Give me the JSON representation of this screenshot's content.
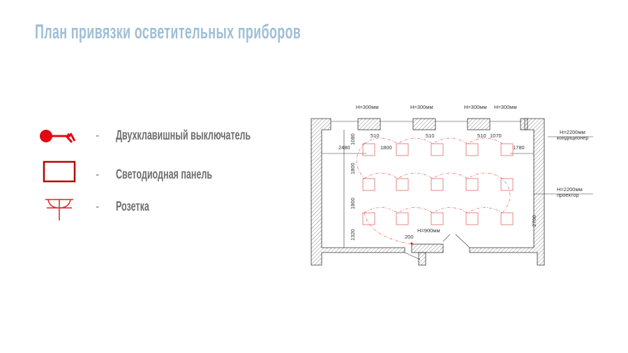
{
  "title": "План привязки осветительных приборов",
  "legend": [
    {
      "label": "Двухклавишный выключатель",
      "dash": "-"
    },
    {
      "label": "Светодиодная панель",
      "dash": "-"
    },
    {
      "label": "Розетка",
      "dash": "-"
    }
  ],
  "plan": {
    "heights_top": [
      "H=300мм",
      "H=300мм",
      "H=300мм",
      "H=300мм"
    ],
    "aircon_height": "H=2200мм",
    "aircon_label": "кондиционер",
    "projector_height": "H=2200мм",
    "projector_label": "проектор",
    "switch_height": "H=900мм",
    "dims": {
      "d510a": "510",
      "d510b": "510",
      "d510c": "510",
      "d1070": "1070",
      "d1080": "1080",
      "d2480": "2480",
      "d1800h": "1800",
      "d1780": "1780",
      "d1800v1": "1800",
      "d1800v2": "1800",
      "d1320": "1320",
      "d200": "200",
      "d2700": "2700"
    }
  },
  "colors": {
    "title": "#9fbfd6",
    "accent": "#e00000",
    "text": "#6e6e6e"
  }
}
